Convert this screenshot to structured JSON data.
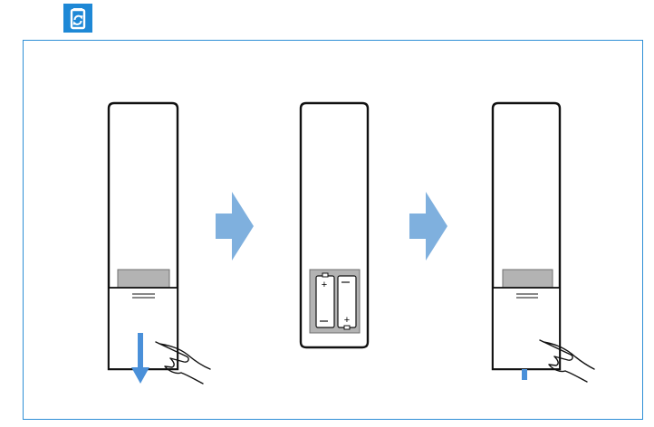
{
  "badge": {
    "icon": "battery-replace-icon",
    "color": "#1e88d6"
  },
  "frame": {
    "border_color": "#2e8fd6"
  },
  "steps": [
    {
      "name": "step-open-cover",
      "icon": "hand-pointer-icon",
      "direction_icon": "arrow-down-icon"
    },
    {
      "name": "step-insert-batteries",
      "battery_labels": [
        "+",
        "−",
        "−",
        "+"
      ]
    },
    {
      "name": "step-close-cover",
      "icon": "hand-pointer-icon"
    }
  ],
  "arrow_color": "#7fb0de"
}
